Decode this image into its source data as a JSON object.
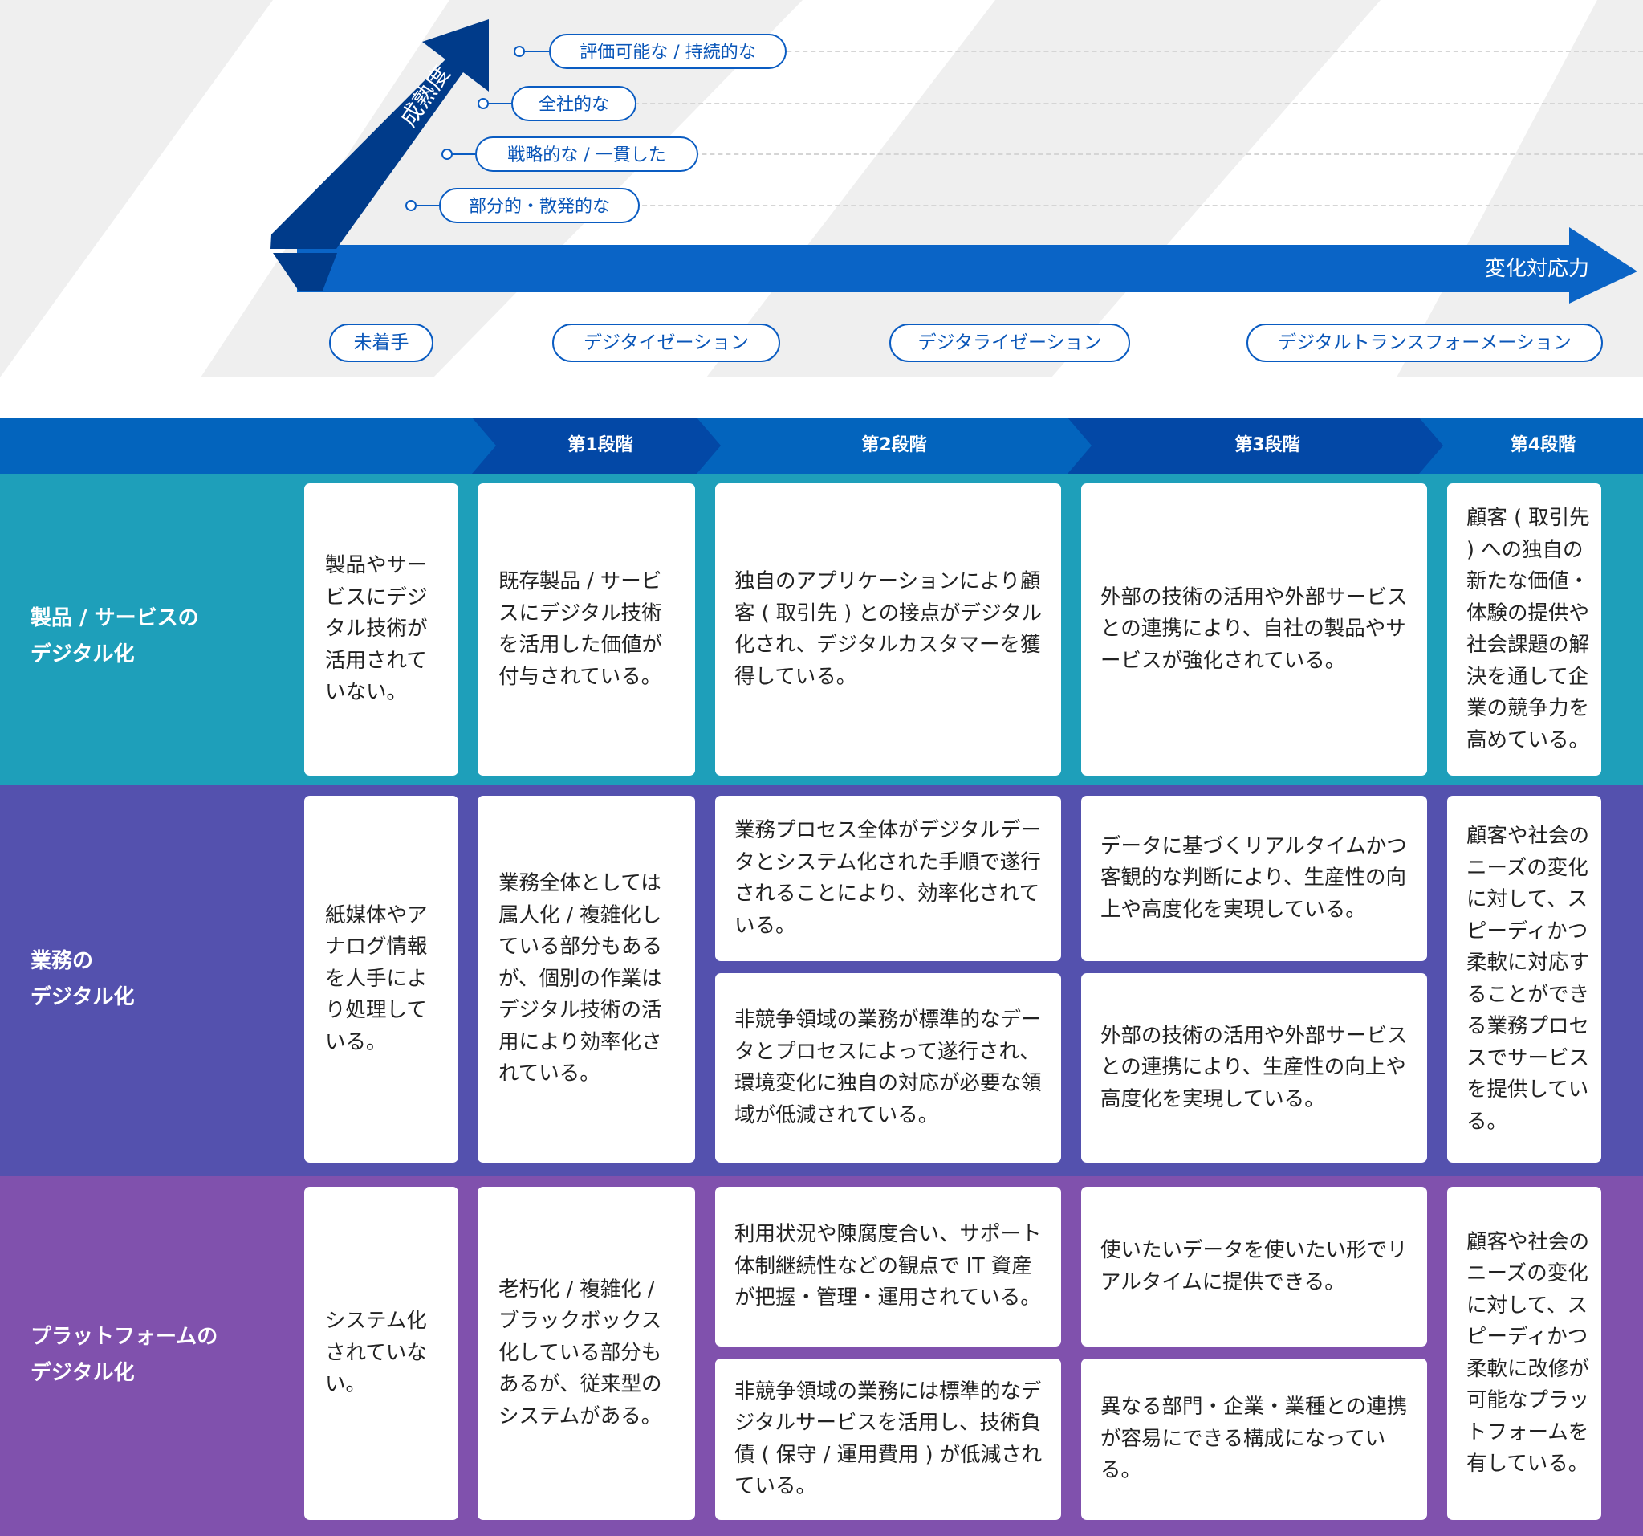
{
  "diagram": {
    "maturity_axis_label": "成熟度",
    "change_axis_label": "変化対応力",
    "maturity_levels": [
      "部分的・散発的な",
      "戦略的な / 一貫した",
      "全社的な",
      "評価可能な / 持続的な"
    ],
    "stages": [
      "未着手",
      "デジタイゼーション",
      "デジタライゼーション",
      "デジタルトランスフォーメーション"
    ],
    "colors": {
      "arrow_dark": "#003b8a",
      "arrow_blue": "#0a64c6",
      "band_gray": "#efefef"
    }
  },
  "table": {
    "step_headers": [
      "第1段階",
      "第2段階",
      "第3段階",
      "第4段階"
    ],
    "rows": [
      {
        "label": [
          "製品 / サービスの",
          "デジタル化"
        ],
        "color": "#1e9fba",
        "cells": {
          "c0": "製品やサービスにデジタル技術が活用されていない。",
          "c1": "既存製品 / サービスにデジタル技術を活用した価値が付与されている。",
          "c2": "独自のアプリケーションにより顧客 ( 取引先 ) との接点がデジタル化され、デジタルカスタマーを獲得している。",
          "c3": "外部の技術の活用や外部サービスとの連携により、自社の製品やサービスが強化されている。",
          "c4": "顧客 ( 取引先 ) への独自の新たな価値・体験の提供や社会課題の解決を通して企業の競争力を高めている。"
        }
      },
      {
        "label": [
          "業務の",
          "デジタル化"
        ],
        "color": "#5451ae",
        "cells": {
          "c0": "紙媒体やアナログ情報を人手により処理している。",
          "c1": "業務全体としては属人化 / 複雑化している部分もあるが、個別の作業はデジタル技術の活用により効率化されている。",
          "c2a": "業務プロセス全体がデジタルデータとシステム化された手順で遂行されることにより、効率化されている。",
          "c2b": "非競争領域の業務が標準的なデータとプロセスによって遂行され、環境変化に独自の対応が必要な領域が低減されている。",
          "c3a": "データに基づくリアルタイムかつ客観的な判断により、生産性の向上や高度化を実現している。",
          "c3b": "外部の技術の活用や外部サービスとの連携により、生産性の向上や高度化を実現している。",
          "c4": "顧客や社会のニーズの変化に対して、スピーディかつ柔軟に対応することができる業務プロセスでサービスを提供している。"
        }
      },
      {
        "label": [
          "プラットフォームの",
          "デジタル化"
        ],
        "color": "#8051ad",
        "cells": {
          "c0": "システム化されていない。",
          "c1": "老朽化 / 複雑化 / ブラックボックス化している部分もあるが、従来型のシステムがある。",
          "c2a": "利用状況や陳腐度合い、サポート体制継続性などの観点で IT 資産が把握・管理・運用されている。",
          "c2b": "非競争領域の業務には標準的なデジタルサービスを活用し、技術負債 ( 保守 / 運用費用 ) が低減されている。",
          "c3a": "使いたいデータを使いたい形でリアルタイムに提供できる。",
          "c3b": "異なる部門・企業・業種との連携が容易にできる構成になっている。",
          "c4": "顧客や社会のニーズの変化に対して、スピーディかつ柔軟に改修が可能なプラットフォームを有している。"
        }
      }
    ]
  }
}
